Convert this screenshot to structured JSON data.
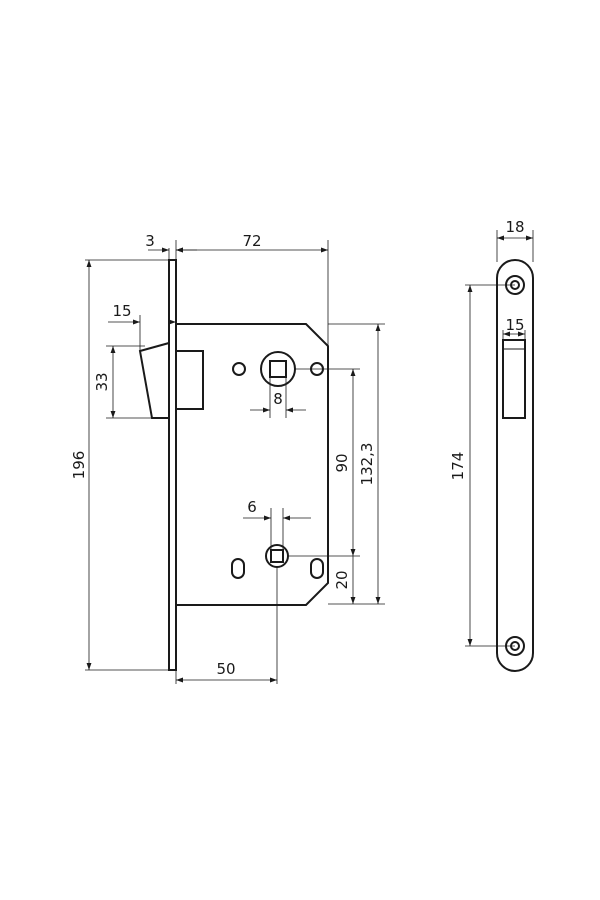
{
  "dimensions": {
    "faceplate_thickness": "3",
    "body_depth": "72",
    "latch_offset": "15",
    "latch_height": "33",
    "overall_height": "196",
    "spindle_square": "8",
    "spindle_center_distance": "90",
    "bottom_offset": "20",
    "body_height": "132,3",
    "cylinder_square": "6",
    "backset": "50",
    "strike_width": "18",
    "strike_slot_width": "15",
    "strike_hole_spacing": "174"
  }
}
